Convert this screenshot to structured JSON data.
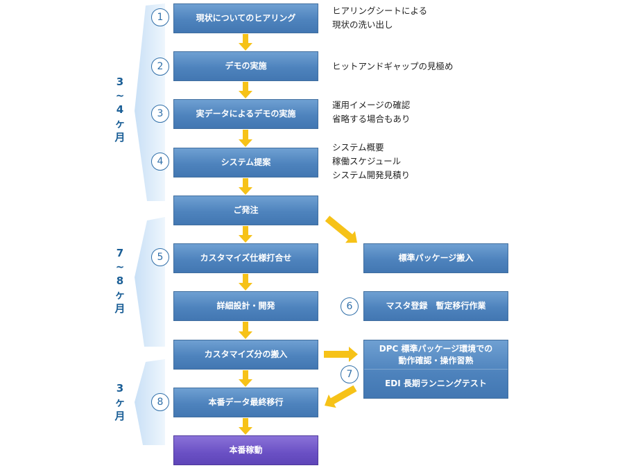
{
  "colors": {
    "box_blue": "#4e83bd",
    "box_purple": "#6a50c4",
    "arrow_yellow": "#f6c218",
    "bracket_light_blue": "#dcebfa",
    "circle_blue": "#2f6ea8",
    "duration_text": "#1a5e96"
  },
  "steps": [
    {
      "label": "現状についてのヒアリング",
      "number": "1",
      "notes": [
        "ヒアリングシートによる",
        "現状の洗い出し"
      ]
    },
    {
      "label": "デモの実施",
      "number": "2",
      "notes": [
        "ヒットアンドギャップの見極め"
      ]
    },
    {
      "label": "実データによるデモの実施",
      "number": "3",
      "notes": [
        "運用イメージの確認",
        "省略する場合もあり"
      ]
    },
    {
      "label": "システム提案",
      "number": "4",
      "notes": [
        "システム概要",
        "稼働スケジュール",
        "システム開発見積り"
      ]
    },
    {
      "label": "ご発注"
    },
    {
      "label": "カスタマイズ仕様打合せ",
      "number": "5"
    },
    {
      "label": "詳細設計・開発"
    },
    {
      "label": "カスタマイズ分の搬入"
    },
    {
      "label": "本番データ最終移行",
      "number": "8"
    },
    {
      "label": "本番稼動"
    }
  ],
  "side_boxes": [
    {
      "label": "標準パッケージ搬入"
    },
    {
      "label": "マスタ登録　暫定移行作業",
      "number": "6"
    },
    {
      "label_lines": [
        "DPC 標準パッケージ環境での",
        "動作確認・操作習熟"
      ],
      "label2": "EDI 長期ランニングテスト",
      "number": "7"
    }
  ],
  "durations": [
    {
      "chars": [
        "3",
        "~",
        "4",
        "ヶ",
        "月"
      ]
    },
    {
      "chars": [
        "7",
        "~",
        "8",
        "ヶ",
        "月"
      ]
    },
    {
      "chars": [
        "3",
        "ヶ",
        "月"
      ]
    }
  ]
}
